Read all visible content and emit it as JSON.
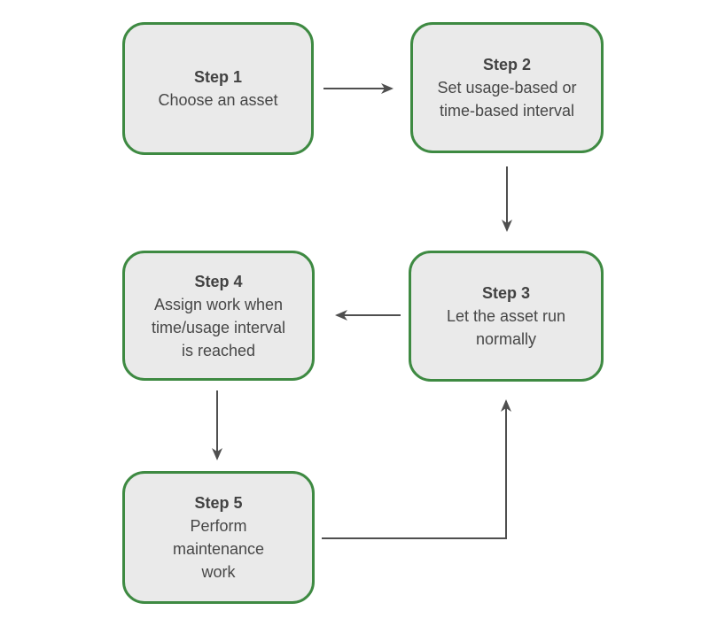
{
  "diagram": {
    "type": "flowchart",
    "steps": [
      {
        "id": "step-1",
        "title": "Step 1",
        "lines": [
          "Choose an asset"
        ]
      },
      {
        "id": "step-2",
        "title": "Step 2",
        "lines": [
          "Set usage-based or",
          "time-based interval"
        ]
      },
      {
        "id": "step-3",
        "title": "Step 3",
        "lines": [
          "Let the asset run",
          "normally"
        ]
      },
      {
        "id": "step-4",
        "title": "Step 4",
        "lines": [
          "Assign work when",
          "time/usage interval",
          "is reached"
        ]
      },
      {
        "id": "step-5",
        "title": "Step 5",
        "lines": [
          "Perform",
          "maintenance",
          "work"
        ]
      }
    ],
    "connections": [
      {
        "from": "step-1",
        "to": "step-2"
      },
      {
        "from": "step-2",
        "to": "step-3"
      },
      {
        "from": "step-3",
        "to": "step-4"
      },
      {
        "from": "step-4",
        "to": "step-5"
      },
      {
        "from": "step-5",
        "to": "step-3"
      }
    ]
  },
  "colors": {
    "box_fill": "#eaeaea",
    "box_border": "#3e8a42",
    "arrow": "#4f4f4f",
    "text": "#474747",
    "page_bg": "#ffffff"
  }
}
